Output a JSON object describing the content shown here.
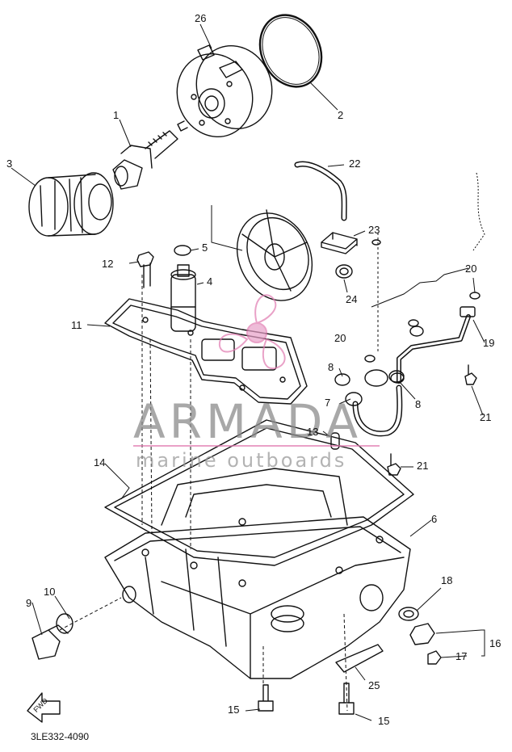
{
  "watermark": {
    "brand": "ARMADA",
    "tagline": "marine outboards",
    "accent": "#e07ab0"
  },
  "diagram_code": "3LE332-4090",
  "fwd_label": "FWD",
  "callouts": [
    {
      "id": "c26",
      "text": "26"
    },
    {
      "id": "c2",
      "text": "2"
    },
    {
      "id": "c1",
      "text": "1"
    },
    {
      "id": "c3",
      "text": "3"
    },
    {
      "id": "c22",
      "text": "22"
    },
    {
      "id": "c23",
      "text": "23"
    },
    {
      "id": "c5",
      "text": "5"
    },
    {
      "id": "c12",
      "text": "12"
    },
    {
      "id": "c4",
      "text": "4"
    },
    {
      "id": "c24",
      "text": "24"
    },
    {
      "id": "c20a",
      "text": "20"
    },
    {
      "id": "c11",
      "text": "11"
    },
    {
      "id": "c20b",
      "text": "20"
    },
    {
      "id": "c19",
      "text": "19"
    },
    {
      "id": "c8a",
      "text": "8"
    },
    {
      "id": "c8b",
      "text": "8"
    },
    {
      "id": "c7",
      "text": "7"
    },
    {
      "id": "c21a",
      "text": "21"
    },
    {
      "id": "c13",
      "text": "13"
    },
    {
      "id": "c21b",
      "text": "21"
    },
    {
      "id": "c14",
      "text": "14"
    },
    {
      "id": "c6",
      "text": "6"
    },
    {
      "id": "c10",
      "text": "10"
    },
    {
      "id": "c9",
      "text": "9"
    },
    {
      "id": "c18",
      "text": "18"
    },
    {
      "id": "c16",
      "text": "16"
    },
    {
      "id": "c17",
      "text": "17"
    },
    {
      "id": "c25",
      "text": "25"
    },
    {
      "id": "c15a",
      "text": "15"
    },
    {
      "id": "c15b",
      "text": "15"
    }
  ]
}
